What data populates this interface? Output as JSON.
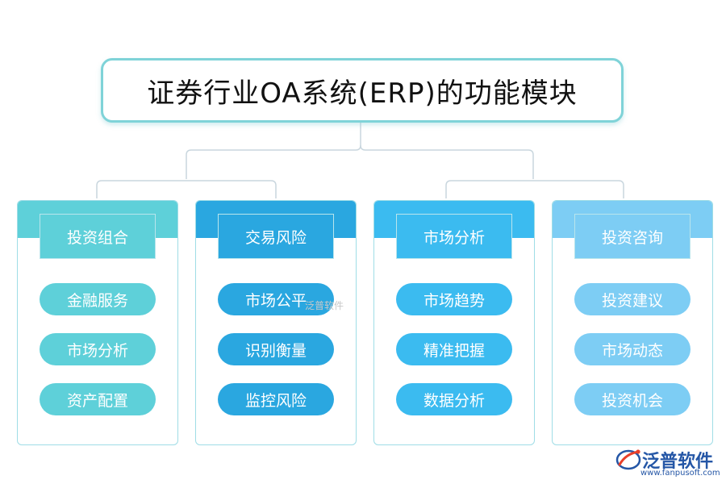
{
  "title": "证券行业OA系统(ERP)的功能模块",
  "colors": {
    "title_border": "#7fd3d8",
    "connector": "#c9d6de",
    "card_border": "#9fdde6"
  },
  "modules": [
    {
      "header": "投资组合",
      "color": "#5ed0d9",
      "items": [
        "金融服务",
        "市场分析",
        "资产配置"
      ]
    },
    {
      "header": "交易风险",
      "color": "#2aa7e0",
      "items": [
        "市场公平",
        "识别衡量",
        "监控风险"
      ]
    },
    {
      "header": "市场分析",
      "color": "#3bbbf0",
      "items": [
        "市场趋势",
        "精准把握",
        "数据分析"
      ]
    },
    {
      "header": "投资咨询",
      "color": "#7dcdf4",
      "items": [
        "投资建议",
        "市场动态",
        "投资机会"
      ]
    }
  ],
  "watermark": "泛普软件",
  "logo": {
    "name": "泛普软件",
    "url": "www.fanpusoft.com"
  }
}
